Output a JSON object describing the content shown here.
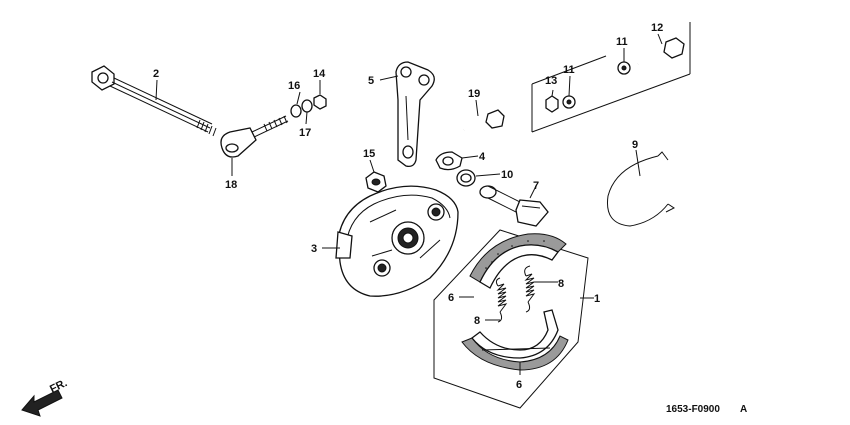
{
  "diagram": {
    "callouts": [
      "1",
      "2",
      "3",
      "4",
      "5",
      "6",
      "6",
      "7",
      "8",
      "8",
      "9",
      "10",
      "11",
      "11",
      "12",
      "13",
      "14",
      "15",
      "16",
      "17",
      "18",
      "19"
    ],
    "direction_label": "FR.",
    "figure_code": "1653-F0900",
    "figure_revision": "A"
  }
}
